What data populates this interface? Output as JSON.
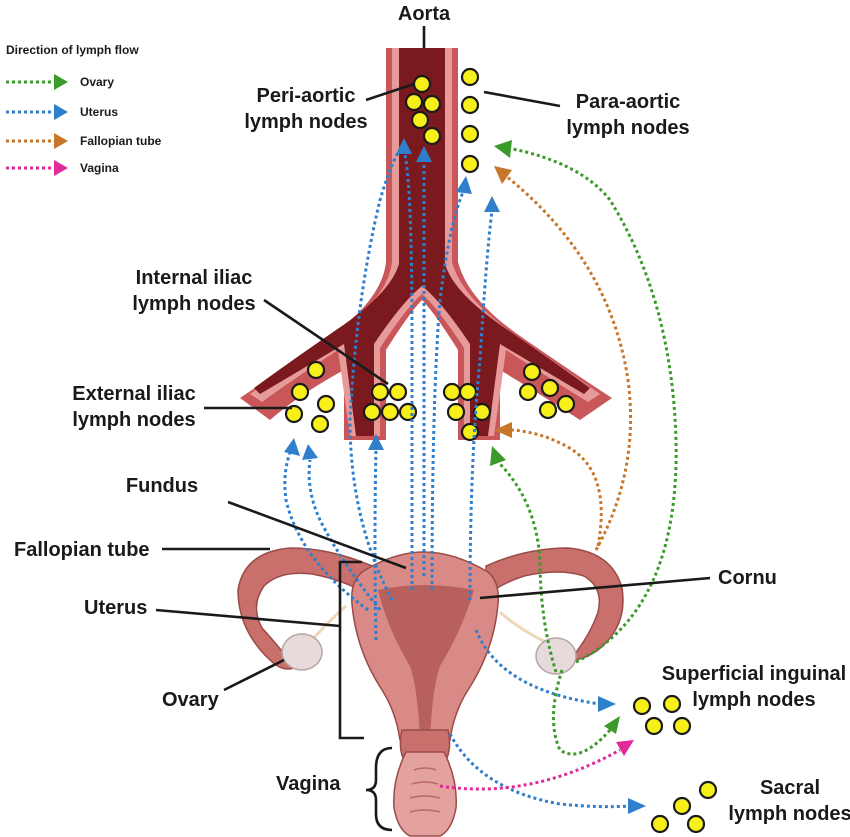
{
  "legend": {
    "title": "Direction of lymph flow",
    "items": [
      {
        "label": "Ovary",
        "color": "#3a9b2a"
      },
      {
        "label": "Uterus",
        "color": "#2f7fcc"
      },
      {
        "label": "Fallopian tube",
        "color": "#c8762a"
      },
      {
        "label": "Vagina",
        "color": "#e02a9a"
      }
    ]
  },
  "labels": {
    "aorta": "Aorta",
    "peri_aortic_1": "Peri-aortic",
    "peri_aortic_2": "lymph nodes",
    "para_aortic_1": "Para-aortic",
    "para_aortic_2": "lymph nodes",
    "internal_iliac_1": "Internal iliac",
    "internal_iliac_2": "lymph nodes",
    "external_iliac_1": "External iliac",
    "external_iliac_2": "lymph nodes",
    "fundus": "Fundus",
    "fallopian_tube": "Fallopian tube",
    "uterus": "Uterus",
    "ovary": "Ovary",
    "vagina": "Vagina",
    "cornu": "Cornu",
    "superficial_inguinal_1": "Superficial inguinal",
    "superficial_inguinal_2": "lymph nodes",
    "sacral_1": "Sacral",
    "sacral_2": "lymph nodes"
  },
  "colors": {
    "vessel_outer": "#c9575a",
    "vessel_inner": "#7a1a1e",
    "vessel_light": "#e79a9a",
    "node_fill": "#f7ef1a",
    "uterus_fill": "#d98a86",
    "uterus_dark": "#b8605e",
    "ovary_fill": "#e6dada"
  }
}
